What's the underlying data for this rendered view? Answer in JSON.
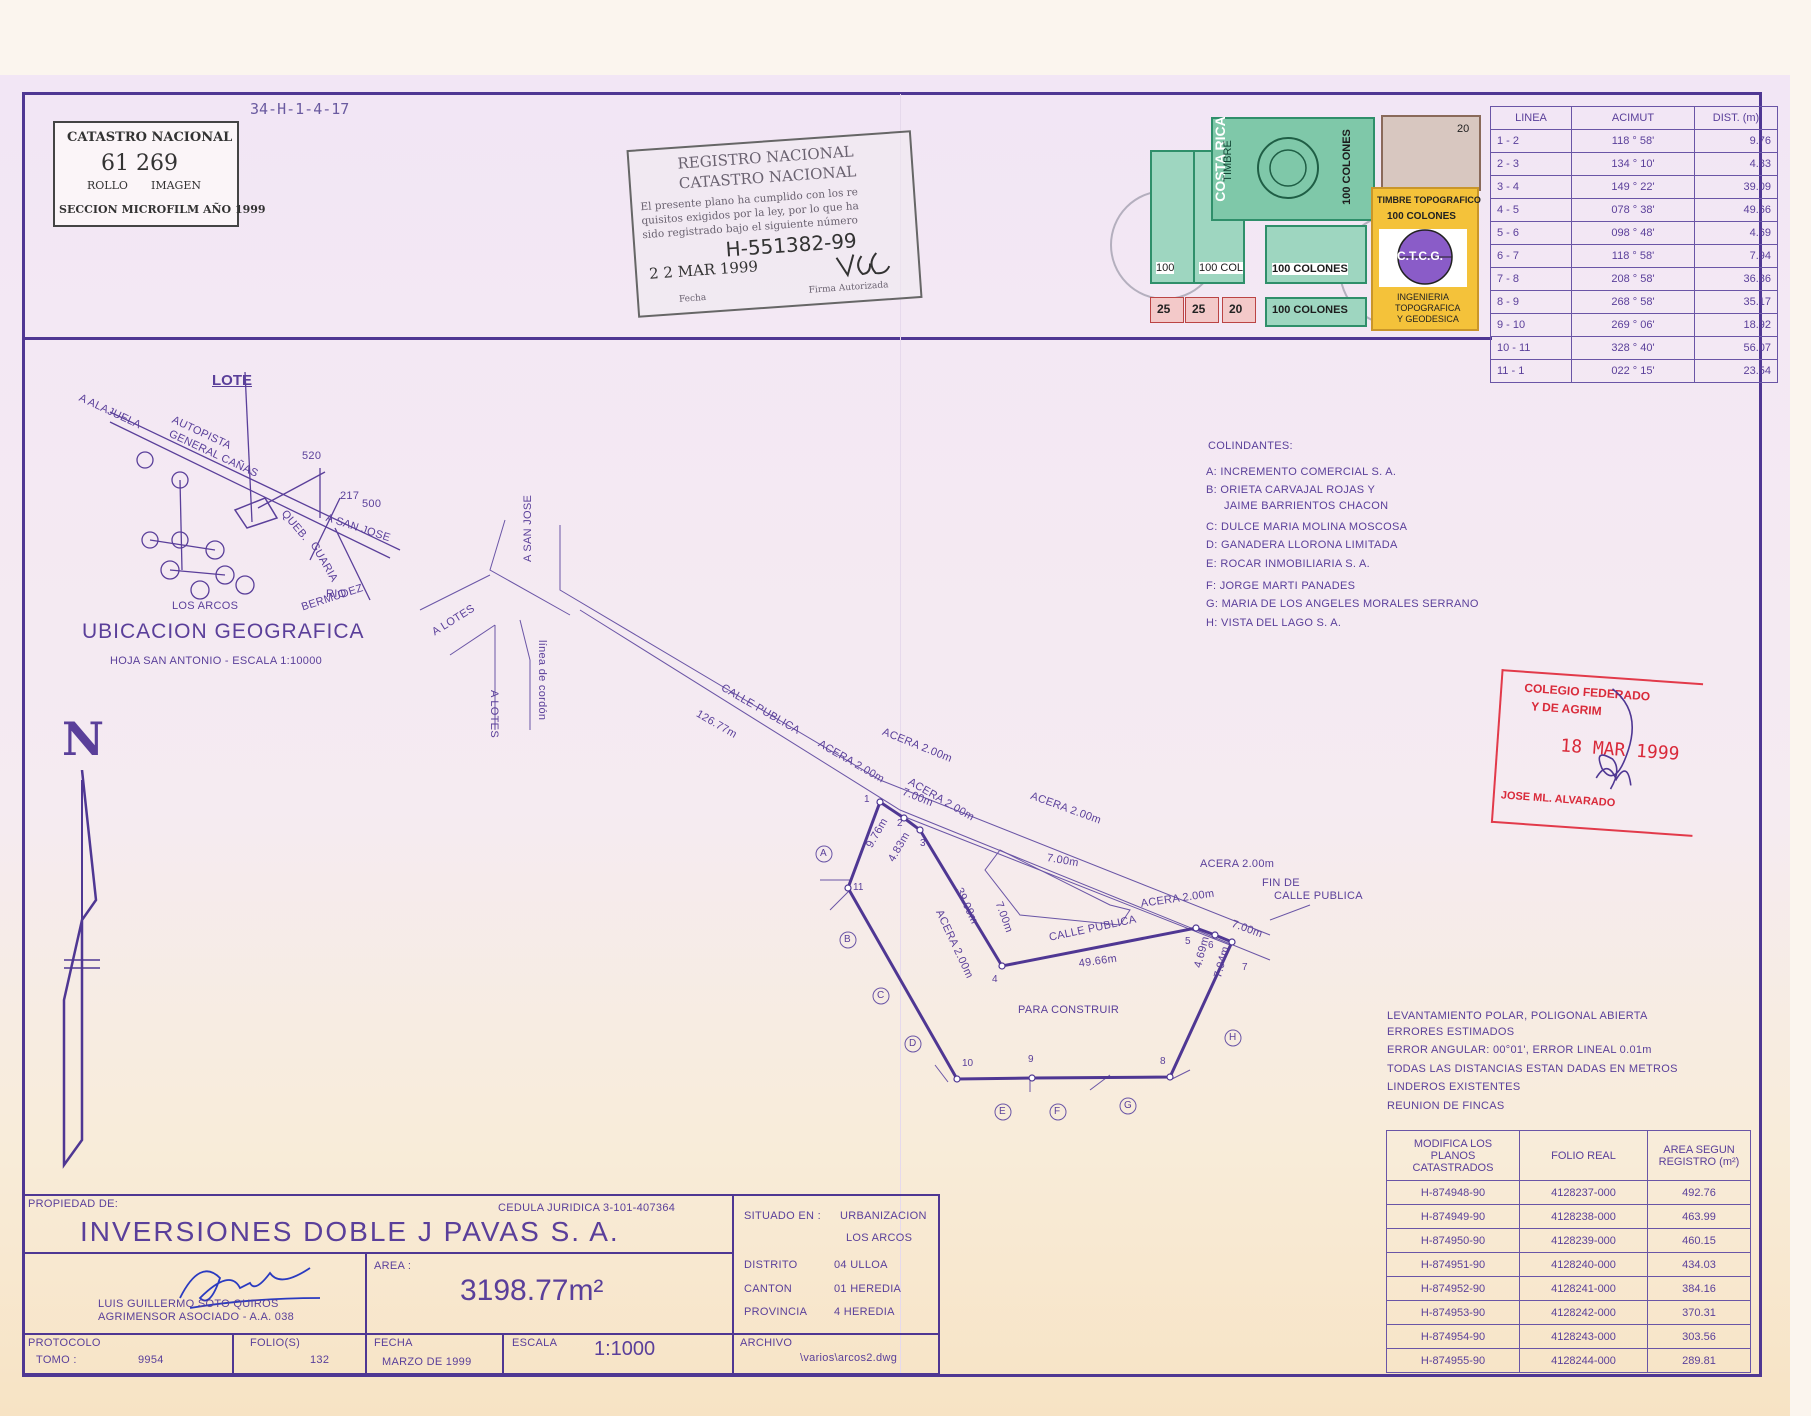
{
  "header_ref": "34-H-1-4-17",
  "catastro": {
    "title": "CATASTRO NACIONAL",
    "number": "61 269",
    "rollo": "ROLLO",
    "imagen": "IMAGEN",
    "footer": "SECCION MICROFILM AÑO 1999"
  },
  "registro_stamp": {
    "line1": "REGISTRO NACIONAL",
    "line2": "CATASTRO NACIONAL",
    "body": [
      "El presente plano ha cumplido con los re",
      "quisitos exigidos por la ley, por lo que ha",
      "sido registrado bajo el siguiente número"
    ],
    "number": "H-551382-99",
    "date": "2 2 MAR 1999",
    "fecha": "Fecha",
    "firma": "Firma Autorizada"
  },
  "stamps": {
    "costa_rica": "COSTA RICA",
    "timbre": "TIMBRE",
    "cien_colones": "100 COLONES",
    "cien_short": "100 COL",
    "cien": "100",
    "v25": "25",
    "v20": "20",
    "vr20": "20",
    "timbre_topografico": "TIMBRE TOPOGRAFICO",
    "topo_colones": "100 COLONES",
    "ctcg": "C.T.C.G.",
    "ingenieria": [
      "INGENIERIA",
      "TOPOGRAFICA",
      "Y GEODESICA"
    ]
  },
  "azimuth_table": {
    "headers": [
      "LINEA",
      "ACIMUT",
      "DIST. (m)"
    ],
    "rows": [
      [
        "1 - 2",
        "118 ° 58'",
        "9.76"
      ],
      [
        "2 - 3",
        "134 ° 10'",
        "4.83"
      ],
      [
        "3 - 4",
        "149 ° 22'",
        "39.09"
      ],
      [
        "4 - 5",
        "078 ° 38'",
        "49.66"
      ],
      [
        "5 - 6",
        "098 ° 48'",
        "4.69"
      ],
      [
        "6 - 7",
        "118 ° 58'",
        "7.94"
      ],
      [
        "7 - 8",
        "208 ° 58'",
        "36.86"
      ],
      [
        "8 - 9",
        "268 ° 58'",
        "35.17"
      ],
      [
        "9 - 10",
        "269 ° 06'",
        "18.92"
      ],
      [
        "10 - 11",
        "328 ° 40'",
        "56.07"
      ],
      [
        "11 - 1",
        "022 ° 15'",
        "23.54"
      ]
    ]
  },
  "colindantes": {
    "title": "COLINDANTES:",
    "items": [
      "A: INCREMENTO COMERCIAL S. A.",
      "B: ORIETA CARVAJAL ROJAS Y",
      "JAIME BARRIENTOS CHACON",
      "C: DULCE MARIA MOLINA MOSCOSA",
      "D: GANADERA LLORONA LIMITADA",
      "E: ROCAR INMOBILIARIA S. A.",
      "F: JORGE MARTI PANADES",
      "G: MARIA DE LOS ANGELES MORALES SERRANO",
      "H: VISTA DEL LAGO S. A."
    ]
  },
  "colegio_stamp": {
    "line1": "COLEGIO FEDERADO",
    "line2": "Y DE AGRIM",
    "date": "18 MAR 1999",
    "name": "JOSE ML. ALVARADO"
  },
  "location": {
    "lote": "LOTE",
    "alajuela": "A ALAJUELA",
    "autopista": "AUTOPISTA",
    "general_canas": "GENERAL CAÑAS",
    "n520": "520",
    "n217": "217",
    "n500": "500",
    "san_jose": "A SAN JOSE",
    "queb": "QUEB.",
    "guaria": "GUARIA",
    "rio": "RIO",
    "bermudez": "BERMUDEZ",
    "los_arcos": "LOS ARCOS",
    "title": "UBICACION GEOGRAFICA",
    "subtitle": "HOJA SAN ANTONIO - ESCALA 1:10000"
  },
  "north": "N",
  "plan_labels": {
    "a_lotes_1": "A LOTES",
    "a_san_jose": "A SAN JOSE",
    "a_lotes_2": "A LOTES",
    "linea_cordon": "línea de cordón",
    "calle_publica_1": "CALLE PUBLICA",
    "d126": "126.77m",
    "acera_a": "ACERA 2.00m",
    "acera_b": "ACERA 2.00m",
    "acera_c": "ACERA 2.00m",
    "acera_d": "ACERA 2.00m",
    "acera_e": "ACERA 2.00m",
    "acera_f": "ACERA 2.00m",
    "acera_g": "ACERA 2.00m",
    "w7a": "7.00m",
    "w7b": "7.00m",
    "w7c": "7.00m",
    "w7d": "7.00m",
    "calle_publica_2": "CALLE PUBLICA",
    "fin_de": "FIN DE",
    "fin_calle": "CALLE PUBLICA",
    "d976": "9.76m",
    "d483": "4.83m",
    "d3909": "39.09m",
    "d4966": "49.66m",
    "d469": "4.69m",
    "d794": "7.94m",
    "para_construir": "PARA CONSTRUIR",
    "points": [
      "1",
      "2",
      "3",
      "4",
      "5",
      "6",
      "7",
      "8",
      "9",
      "10",
      "11"
    ],
    "neighbors": [
      "A",
      "B",
      "C",
      "D",
      "E",
      "F",
      "G",
      "H"
    ]
  },
  "survey_notes": [
    "LEVANTAMIENTO POLAR, POLIGONAL ABIERTA",
    "ERRORES ESTIMADOS",
    "ERROR ANGULAR: 00°01', ERROR LINEAL 0.01m",
    "TODAS LAS DISTANCIAS ESTAN DADAS EN METROS",
    "LINDEROS EXISTENTES",
    "REUNION DE FINCAS"
  ],
  "registry_table": {
    "headers": [
      "MODIFICA LOS PLANOS CATASTRADOS",
      "FOLIO REAL",
      "AREA SEGUN REGISTRO (m²)"
    ],
    "rows": [
      [
        "H-874948-90",
        "4128237-000",
        "492.76"
      ],
      [
        "H-874949-90",
        "4128238-000",
        "463.99"
      ],
      [
        "H-874950-90",
        "4128239-000",
        "460.15"
      ],
      [
        "H-874951-90",
        "4128240-000",
        "434.03"
      ],
      [
        "H-874952-90",
        "4128241-000",
        "384.16"
      ],
      [
        "H-874953-90",
        "4128242-000",
        "370.31"
      ],
      [
        "H-874954-90",
        "4128243-000",
        "303.56"
      ],
      [
        "H-874955-90",
        "4128244-000",
        "289.81"
      ]
    ]
  },
  "title_block": {
    "propiedad_label": "PROPIEDAD DE:",
    "cedula": "CEDULA JURIDICA 3-101-407364",
    "owner": "INVERSIONES DOBLE J PAVAS S. A.",
    "surveyor_name": "LUIS GUILLERMO SOTO QUIROS",
    "surveyor_title": "AGRIMENSOR ASOCIADO - A.A. 038",
    "area_label": "AREA :",
    "area_value": "3198.77m²",
    "situado_label": "SITUADO EN :",
    "situado_value1": "URBANIZACION",
    "situado_value2": "LOS ARCOS",
    "distrito_label": "DISTRITO",
    "distrito_value": "04 ULLOA",
    "canton_label": "CANTON",
    "canton_value": "01 HEREDIA",
    "provincia_label": "PROVINCIA",
    "provincia_value": "4 HEREDIA",
    "protocolo_label": "PROTOCOLO",
    "tomo_label": "TOMO :",
    "tomo_value": "9954",
    "folio_label": "FOLIO(S)",
    "folio_value": "132",
    "fecha_label": "FECHA",
    "fecha_value": "MARZO DE 1999",
    "escala_label": "ESCALA",
    "escala_value": "1:1000",
    "archivo_label": "ARCHIVO",
    "archivo_value": "\\varios\\arcos2.dwg"
  },
  "colors": {
    "ink": "#4f3793",
    "red_stamp": "#d92a3a",
    "stamp_green": "#2f8f6a",
    "stamp_yellow": "#f4c23a"
  }
}
